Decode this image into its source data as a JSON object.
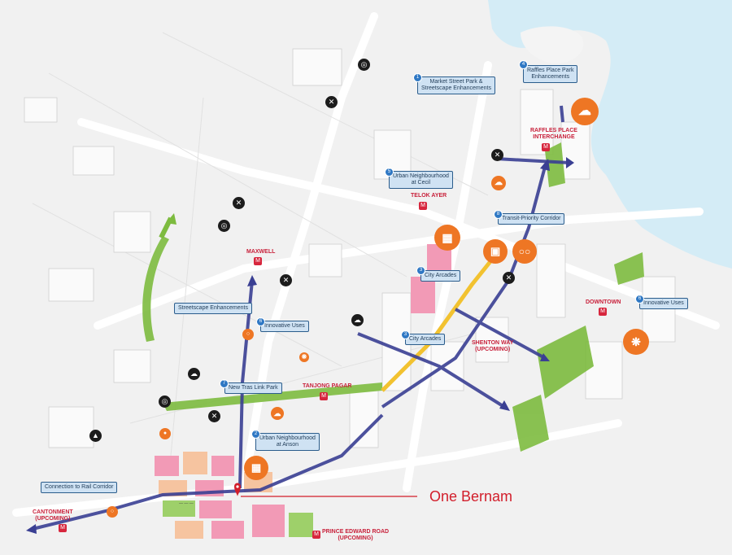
{
  "callouts": [
    {
      "key": "market",
      "num": "1",
      "lines": [
        "Market Street Park &",
        "Streetscape Enhancements"
      ]
    },
    {
      "key": "raffles",
      "num": "4",
      "lines": [
        "Raffles Place Park",
        "Enhancements"
      ]
    },
    {
      "key": "cecil",
      "num": "5",
      "lines": [
        "Urban Neighbourhood",
        "at Cecil"
      ]
    },
    {
      "key": "transit",
      "num": "8",
      "lines": [
        "Transit-Priority Corridor"
      ]
    },
    {
      "key": "arcades1",
      "num": "3",
      "lines": [
        "City Arcades"
      ]
    },
    {
      "key": "arcades2",
      "num": "3",
      "lines": [
        "City Arcades"
      ]
    },
    {
      "key": "streetscape",
      "num": "",
      "lines": [
        "Streetscape Enhancements"
      ]
    },
    {
      "key": "innovative1",
      "num": "6",
      "lines": [
        "Innovative Uses"
      ]
    },
    {
      "key": "innovative2",
      "num": "6",
      "lines": [
        "Innovative Uses"
      ]
    },
    {
      "key": "tras",
      "num": "7",
      "lines": [
        "New Tras Link Park"
      ]
    },
    {
      "key": "anson",
      "num": "2",
      "lines": [
        "Urban Neighbourhood",
        "at Anson"
      ]
    },
    {
      "key": "rail",
      "num": "",
      "lines": [
        "Connection to Rail Corridor"
      ]
    }
  ],
  "stations": {
    "raffles": [
      "RAFFLES PLACE",
      "INTERCHANGE"
    ],
    "telok": [
      "TELOK AYER"
    ],
    "maxwell": [
      "MAXWELL"
    ],
    "downtown": [
      "DOWNTOWN"
    ],
    "shenton": [
      "SHENTON WAY",
      "(UPCOMING)"
    ],
    "tanjong": [
      "TANJONG PAGAR"
    ],
    "cantonment": [
      "CANTONMENT",
      "(UPCOMING)"
    ],
    "prince": [
      "PRINCE EDWARD ROAD",
      "(UPCOMING)"
    ]
  },
  "highlight": {
    "label": "One Bernam"
  },
  "colors": {
    "water": "#d4ecf6",
    "route_arrow": "#3a3f93",
    "green": "#7dbb3f",
    "orange_icon": "#ee7624",
    "callout_fill": "#cfe2f3",
    "station_red": "#c8213b",
    "marker_red": "#d21e2b"
  },
  "icons": {
    "orange": [
      "building-icon",
      "bus-icon",
      "bicycle-icon",
      "cloud-icon",
      "tree-icon",
      "building-icon",
      "food-stall-icon",
      "map-pin-icon"
    ],
    "black": [
      "dining-icon",
      "target-icon",
      "cloud-icon",
      "mortarboard-icon"
    ]
  }
}
